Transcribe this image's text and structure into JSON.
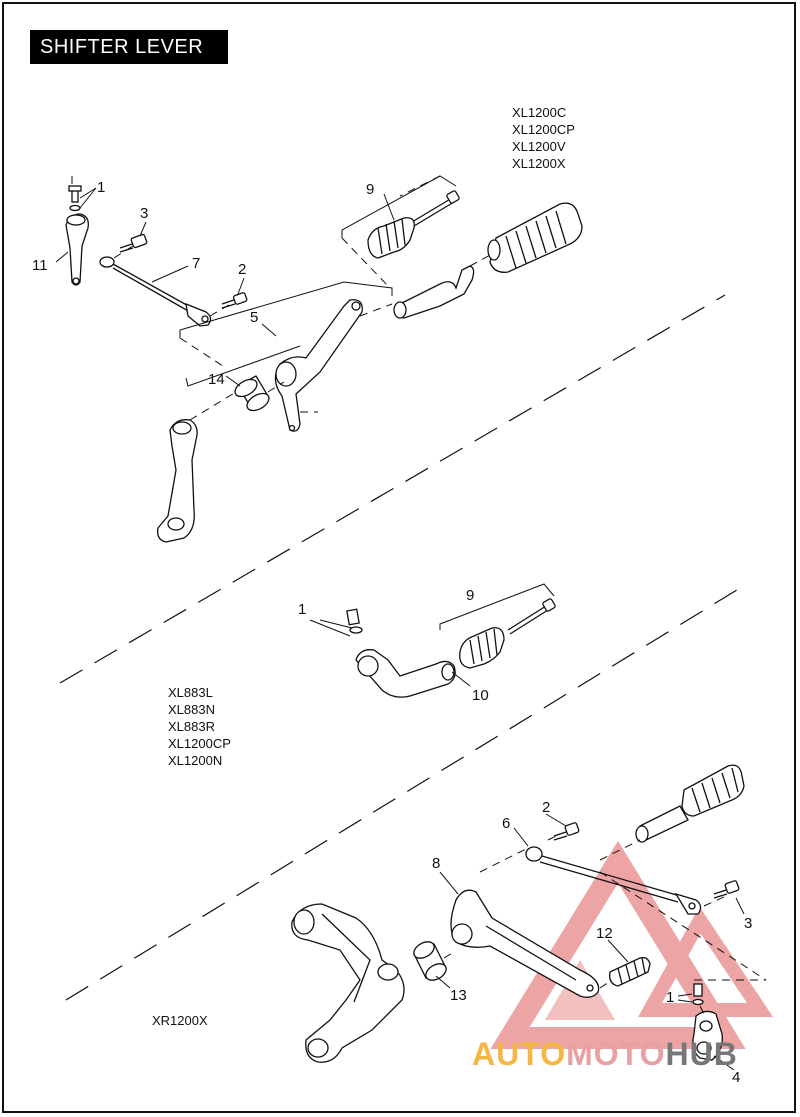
{
  "title": "SHIFTER LEVER",
  "models_top": [
    "XL1200C",
    "XL1200CP",
    "XL1200V",
    "XL1200X"
  ],
  "models_mid": [
    "XL883L",
    "XL883N",
    "XL883R",
    "XL1200CP",
    "XL1200N"
  ],
  "models_bottom": [
    "XR1200X"
  ],
  "callouts": {
    "c1a": "1",
    "c3a": "3",
    "c11": "11",
    "c7": "7",
    "c2a": "2",
    "c5": "5",
    "c9a": "9",
    "c14": "14",
    "c1b": "1",
    "c9b": "9",
    "c10": "10",
    "c2b": "2",
    "c6": "6",
    "c8": "8",
    "c3b": "3",
    "c12": "12",
    "c13": "13",
    "c1c": "1",
    "c4": "4"
  },
  "watermark": {
    "part1": "AUTO",
    "part2": "MOTO",
    "part3": "HUB"
  },
  "colors": {
    "watermark_red": "#e05a5a",
    "watermark_orange": "#f5b642",
    "line": "#111111"
  }
}
